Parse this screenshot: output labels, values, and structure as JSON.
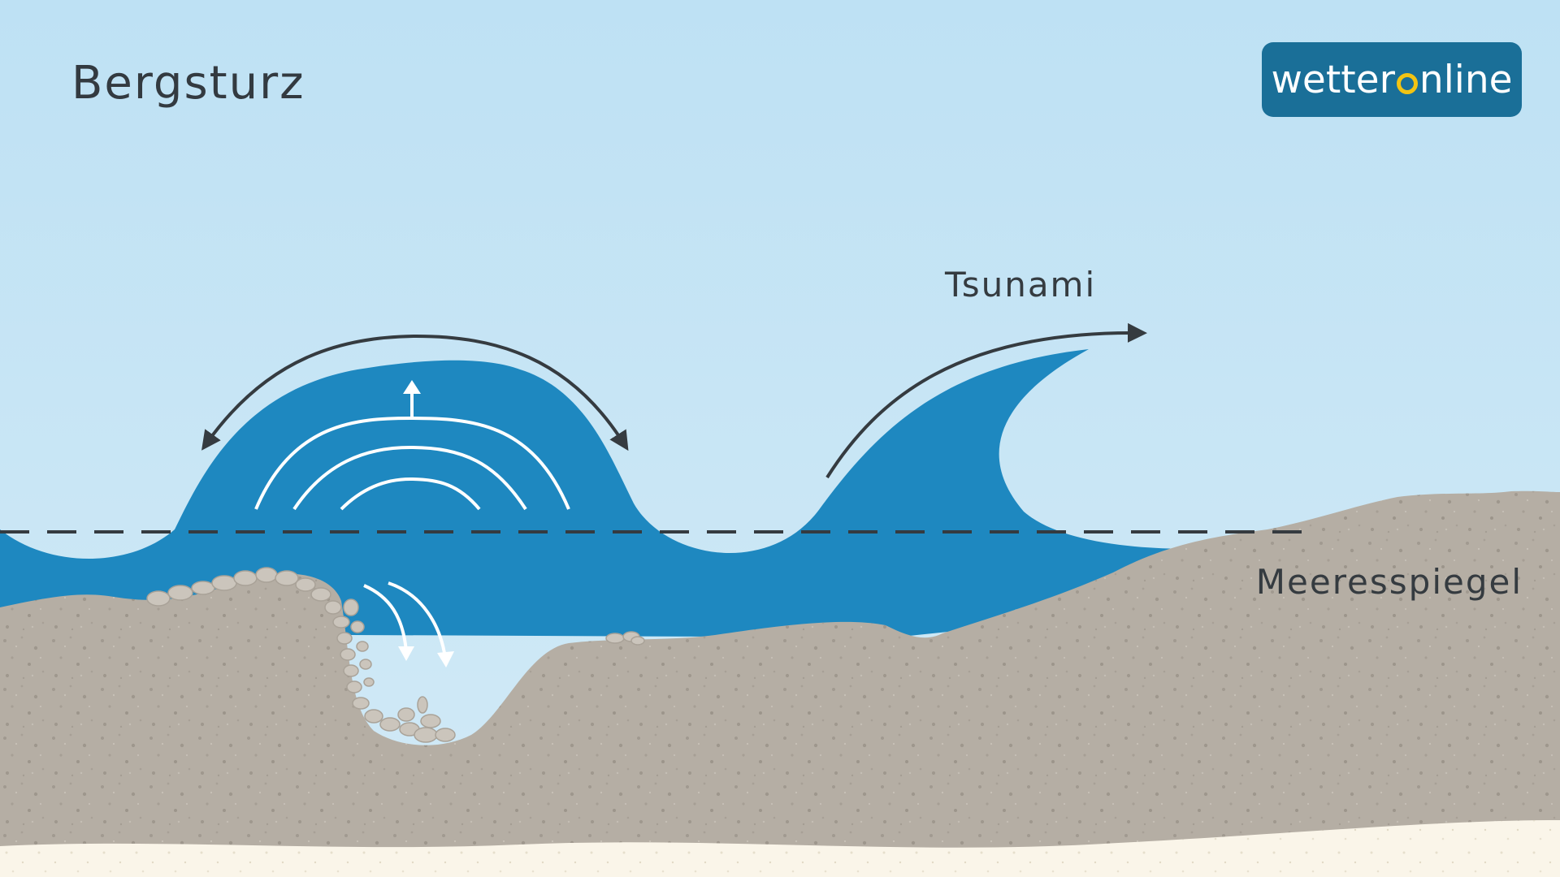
{
  "title": "Bergsturz",
  "labels": {
    "tsunami": "Tsunami",
    "sea_level": "Meeresspiegel"
  },
  "logo": {
    "text_before": "wetter",
    "text_after": "nline",
    "ring_color": "#f2c413",
    "bg_color": "#1a6f98"
  },
  "colors": {
    "sky_top": "#bee1f4",
    "sky_bottom": "#cfe9f6",
    "water": "#1e88c0",
    "rock": "#b5aea4",
    "sand": "#faf5e9",
    "arrow_dark": "#353b40",
    "arrow_light": "#ffffff",
    "dashed_line": "#353b40"
  },
  "icons": [
    "up-arrow-icon",
    "curved-double-arrow-icon",
    "curved-arrow-icon",
    "down-arrow-icon"
  ]
}
